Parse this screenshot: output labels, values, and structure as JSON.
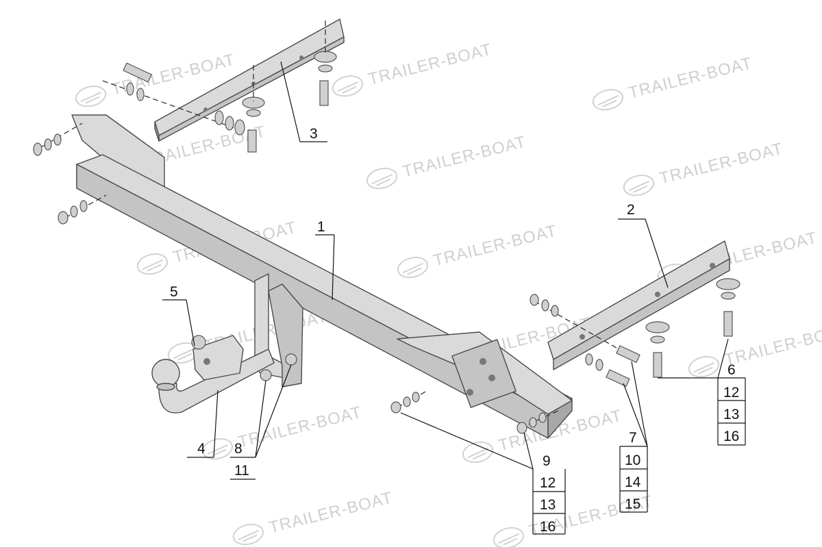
{
  "watermark": {
    "text": "TRAILER-BOAT"
  },
  "callouts": {
    "frame": "1",
    "bracket_right": "2",
    "bracket_left": "3",
    "ball_neck": "4",
    "socket_plate": "5",
    "group_right_vertical": [
      "6",
      "12",
      "13",
      "16"
    ],
    "group_bolts_right": [
      "7",
      "10",
      "14",
      "15"
    ],
    "group_center": [
      "9",
      "12",
      "13",
      "16"
    ],
    "group_neck": [
      "8",
      "11"
    ]
  }
}
